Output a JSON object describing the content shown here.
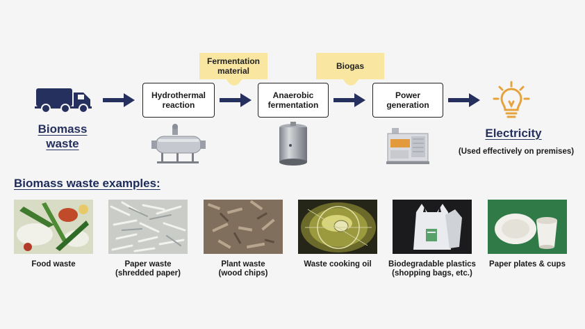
{
  "flow": {
    "source": {
      "line1": "Biomass",
      "line2": "waste"
    },
    "steps": [
      {
        "line1": "Hydrothermal",
        "line2": "reaction"
      },
      {
        "line1": "Anaerobic",
        "line2": "fermentation"
      },
      {
        "line1": "Power",
        "line2": "generation"
      }
    ],
    "callouts": [
      {
        "line1": "Fermentation",
        "line2": "material"
      },
      {
        "line1": "Biogas",
        "line2": ""
      }
    ],
    "output": {
      "label": "Electricity",
      "note": "(Used effectively on premises)"
    }
  },
  "examples": {
    "title": "Biomass waste examples:",
    "items": [
      {
        "line1": "Food waste",
        "line2": ""
      },
      {
        "line1": "Paper waste",
        "line2": "(shredded paper)"
      },
      {
        "line1": "Plant waste",
        "line2": "(wood chips)"
      },
      {
        "line1": "Waste cooking oil",
        "line2": ""
      },
      {
        "line1": "Biodegradable plastics",
        "line2": "(shopping bags, etc.)"
      },
      {
        "line1": "Paper plates & cups",
        "line2": ""
      }
    ]
  },
  "colors": {
    "navy": "#25305e",
    "callout": "#f8e6a1",
    "bulb": "#e6a23c"
  },
  "icons": [
    "garbage-truck-icon",
    "arrow-right-icon",
    "reactor-vessel-icon",
    "fermentation-tank-icon",
    "generator-unit-icon",
    "light-bulb-icon"
  ]
}
